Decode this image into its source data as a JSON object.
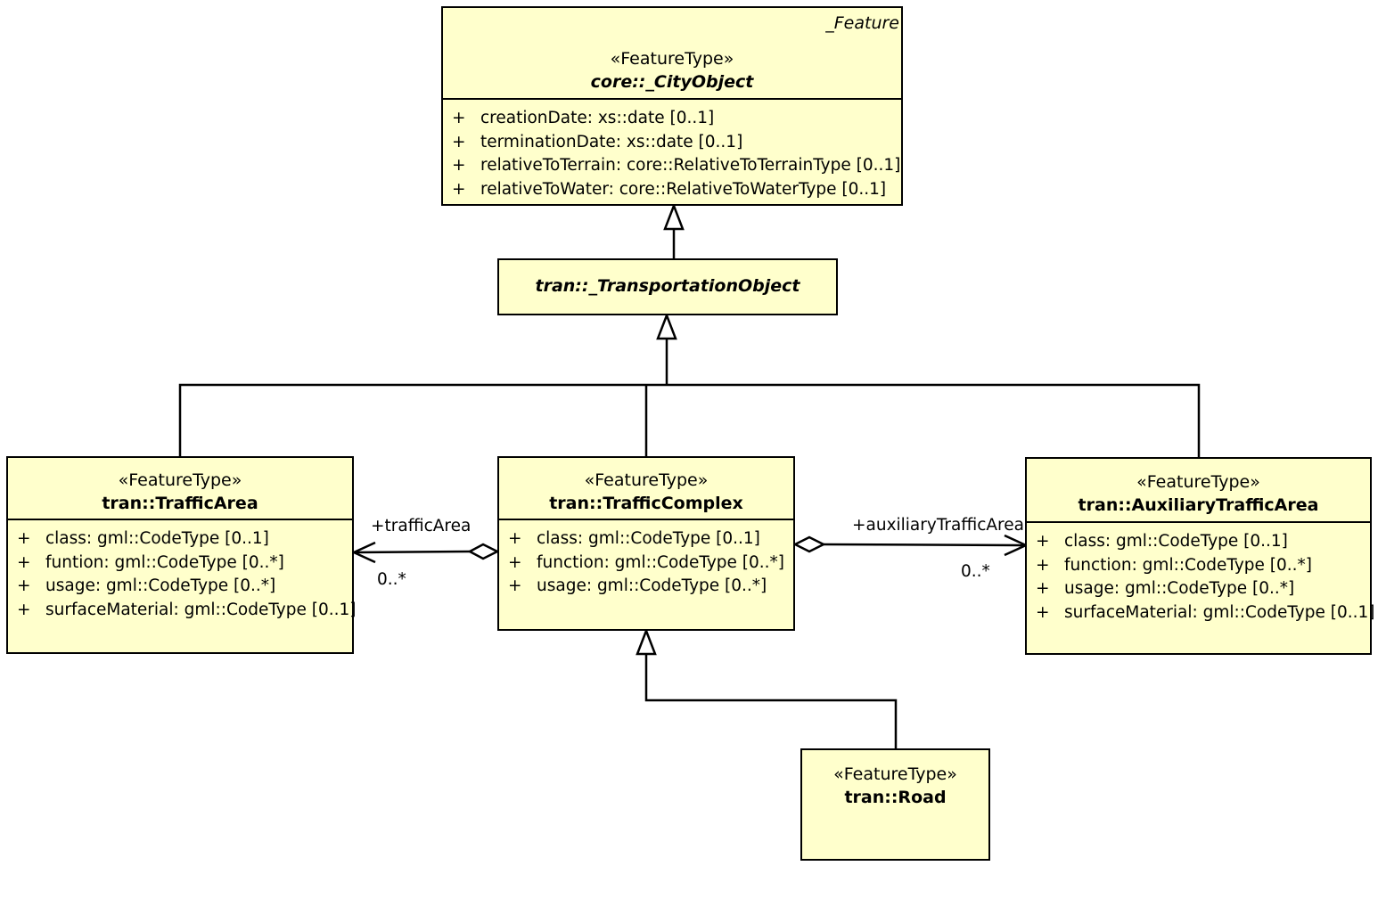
{
  "classes": {
    "city_object": {
      "tag": "_Feature",
      "stereotype": "«FeatureType»",
      "name": "core::_CityObject",
      "attributes": [
        {
          "vis": "+",
          "text": "creationDate: xs::date [0..1]"
        },
        {
          "vis": "+",
          "text": "terminationDate: xs::date [0..1]"
        },
        {
          "vis": "+",
          "text": "relativeToTerrain: core::RelativeToTerrainType [0..1]"
        },
        {
          "vis": "+",
          "text": "relativeToWater: core::RelativeToWaterType [0..1]"
        }
      ]
    },
    "transportation_object": {
      "name": "tran::_TransportationObject"
    },
    "traffic_area": {
      "stereotype": "«FeatureType»",
      "name": "tran::TrafficArea",
      "attributes": [
        {
          "vis": "+",
          "text": "class: gml::CodeType [0..1]"
        },
        {
          "vis": "+",
          "text": "funtion: gml::CodeType [0..*]"
        },
        {
          "vis": "+",
          "text": "usage: gml::CodeType [0..*]"
        },
        {
          "vis": "+",
          "text": "surfaceMaterial: gml::CodeType [0..1]"
        }
      ]
    },
    "traffic_complex": {
      "stereotype": "«FeatureType»",
      "name": "tran::TrafficComplex",
      "attributes": [
        {
          "vis": "+",
          "text": "class: gml::CodeType [0..1]"
        },
        {
          "vis": "+",
          "text": "function: gml::CodeType [0..*]"
        },
        {
          "vis": "+",
          "text": "usage: gml::CodeType [0..*]"
        }
      ]
    },
    "auxiliary_traffic_area": {
      "stereotype": "«FeatureType»",
      "name": "tran::AuxiliaryTrafficArea",
      "attributes": [
        {
          "vis": "+",
          "text": "class: gml::CodeType [0..1]"
        },
        {
          "vis": "+",
          "text": "function: gml::CodeType [0..*]"
        },
        {
          "vis": "+",
          "text": "usage: gml::CodeType [0..*]"
        },
        {
          "vis": "+",
          "text": "surfaceMaterial: gml::CodeType [0..1]"
        }
      ]
    },
    "road": {
      "stereotype": "«FeatureType»",
      "name": "tran::Road"
    }
  },
  "associations": {
    "traffic_area": {
      "role": "+trafficArea",
      "multiplicity": "0..*"
    },
    "auxiliary_traffic_area": {
      "role": "+auxiliaryTrafficArea",
      "multiplicity": "0..*"
    }
  },
  "colors": {
    "class_fill": "#ffffcc",
    "line": "#000000"
  }
}
